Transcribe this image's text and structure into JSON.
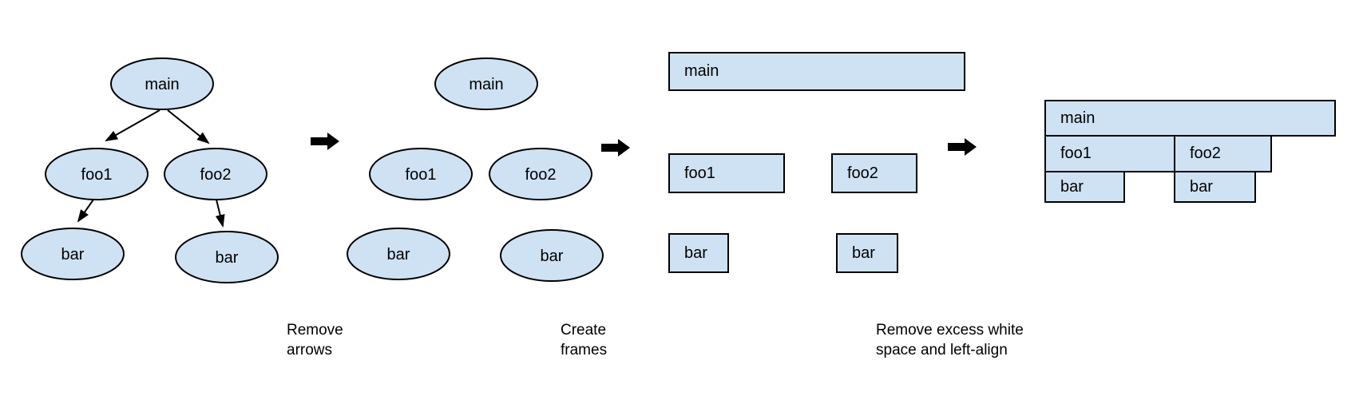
{
  "figure": {
    "subject": "flame-graph-construction-steps",
    "colors": {
      "node_fill": "#cfe2f3",
      "node_stroke": "#000000",
      "arrow": "#000000",
      "background": "#ffffff",
      "text": "#000000"
    }
  },
  "stages": {
    "call_tree": {
      "main": "main",
      "foo1": "foo1",
      "foo2": "foo2",
      "bar_left": "bar",
      "bar_right": "bar"
    },
    "no_arrows": {
      "main": "main",
      "foo1": "foo1",
      "foo2": "foo2",
      "bar_left": "bar",
      "bar_right": "bar"
    },
    "frames": {
      "main": "main",
      "foo1": "foo1",
      "foo2": "foo2",
      "bar_left": "bar",
      "bar_right": "bar"
    },
    "flame_graph": {
      "main": "main",
      "foo1": "foo1",
      "foo2": "foo2",
      "bar_left": "bar",
      "bar_right": "bar"
    }
  },
  "captions": {
    "step1": {
      "line1": "Remove",
      "line2": "arrows"
    },
    "step2": {
      "line1": "Create",
      "line2": "frames"
    },
    "step3": {
      "line1": "Remove excess white",
      "line2": "space and left-align"
    }
  }
}
